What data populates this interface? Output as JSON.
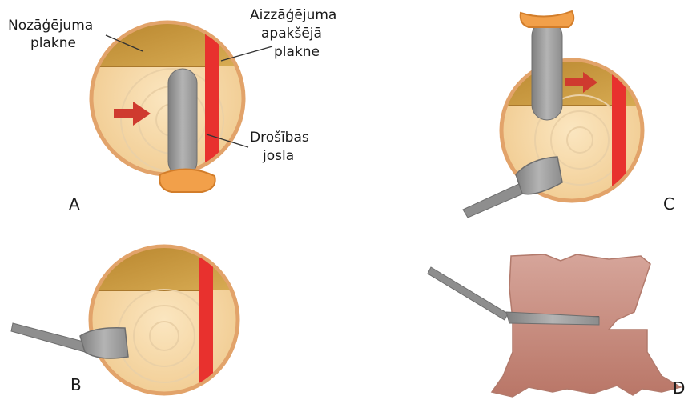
{
  "labels": {
    "felling_cut_line1": "Nozāģējuma",
    "felling_cut_line2": "plakne",
    "undercut_line1": "Aizzāģējuma",
    "undercut_line2": "apakšējā",
    "undercut_line3": "plakne",
    "safety_line1": "Drošības",
    "safety_line2": "josla"
  },
  "panels": [
    "A",
    "B",
    "C",
    "D"
  ],
  "colors": {
    "wood_light": "#f7d9a8",
    "wood_dark": "#c99a3a",
    "bark": "#e3a86c",
    "safety_band": "#e8312e",
    "arrow": "#cf3a2f",
    "bar": "#9b9b9b",
    "handle": "#f2a04a",
    "stump": "#c98d7e"
  },
  "icons": [
    "chainsaw-bar-icon",
    "felling-direction-arrow-icon",
    "wedge-tool-icon"
  ]
}
